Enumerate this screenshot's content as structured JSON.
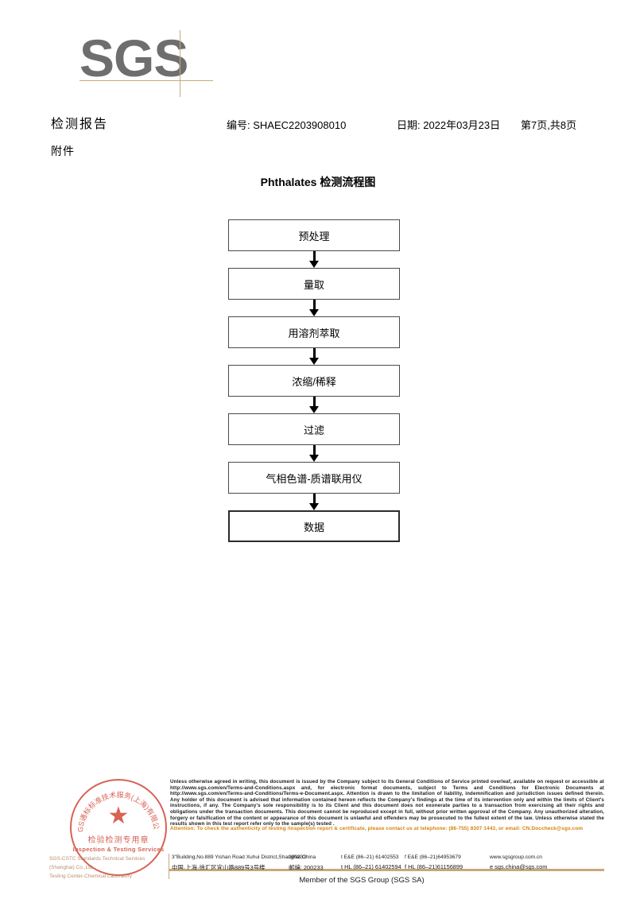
{
  "logo": {
    "text": "SGS"
  },
  "header": {
    "title": "检测报告",
    "attachment_label": "附件",
    "report_no": "编号: SHAEC2203908010",
    "date": "日期: 2022年03月23日",
    "page": "第7页,共8页"
  },
  "flowchart": {
    "title": "Phthalates 检测流程图",
    "steps": [
      {
        "label": "预处理"
      },
      {
        "label": "量取"
      },
      {
        "label": "用溶剂萃取"
      },
      {
        "label": "浓缩/稀释"
      },
      {
        "label": "过滤"
      },
      {
        "label": "气相色谱-质谱联用仪"
      },
      {
        "label": "数据"
      }
    ]
  },
  "stamp": {
    "star": "★",
    "chinese": "检验检测专用章",
    "english": "Inspection & Testing Services",
    "arc_text": "SGS通标标准技术服务(上海)有限公司",
    "lab_name_line1": "SGS-CSTC Standards Technical Services (Shanghai) Co.,Ltd.",
    "lab_name_line2": "Testing Center-Chemical Laboratory"
  },
  "footer": {
    "legal": "Unless otherwise agreed in writing, this document is issued by the Company subject to its General Conditions of Service printed overleaf, available on request or accessible at http://www.sgs.com/en/Terms-and-Conditions.aspx and, for electronic format documents, subject to Terms and Conditions for Electronic Documents at http://www.sgs.com/en/Terms-and-Conditions/Terms-e-Document.aspx. Attention is drawn to the limitation of liability, indemnification and jurisdiction issues defined therein. Any holder of this document is advised that information contained hereon reflects the Company's findings at the time of its intervention only and within the limits of Client's instructions, if any. The Company's sole responsibility is to its Client and this document does not exonerate parties to a transaction from exercising all their rights and obligations under the transaction documents. This document cannot be reproduced except in full, without prior written approval of the Company. Any unauthorized alteration, forgery or falsification of the content or appearance of this document is unlawful and offenders may be prosecuted to the fullest extent of the law. Unless otherwise stated the results shown in this test report refer only to the sample(s) tested .",
    "attention": "Attention: To check the authenticity of testing /inspection report & certificate, please contact us at telephone: (86-755) 8307 1443, or email: CN.Doccheck@sgs.com",
    "address_en": "3\"Building,No.889 Yishan Road Xuhui District,Shanghai China",
    "postcode_en": "200233",
    "tel_en": "t E&E (86–21) 61402553",
    "fax_en": "f E&E (86–21)64953679",
    "web": "www.sgsgroup.com.cn",
    "address_cn": "中国·上海·徐汇区宜山路889号3号楼",
    "postcode_cn_label": "邮编: 200233",
    "tel_cn": "t HL (86–21) 61402594",
    "fax_cn": "f HL (86–21)61156899",
    "email": "e  sgs.china@sgs.com",
    "member": "Member of the SGS Group (SGS SA)"
  },
  "colors": {
    "logo_gray": "#6e6e6e",
    "accent_tan": "#c8a77c",
    "stamp_red": "#cf4030",
    "attention_orange": "#d4820a"
  }
}
